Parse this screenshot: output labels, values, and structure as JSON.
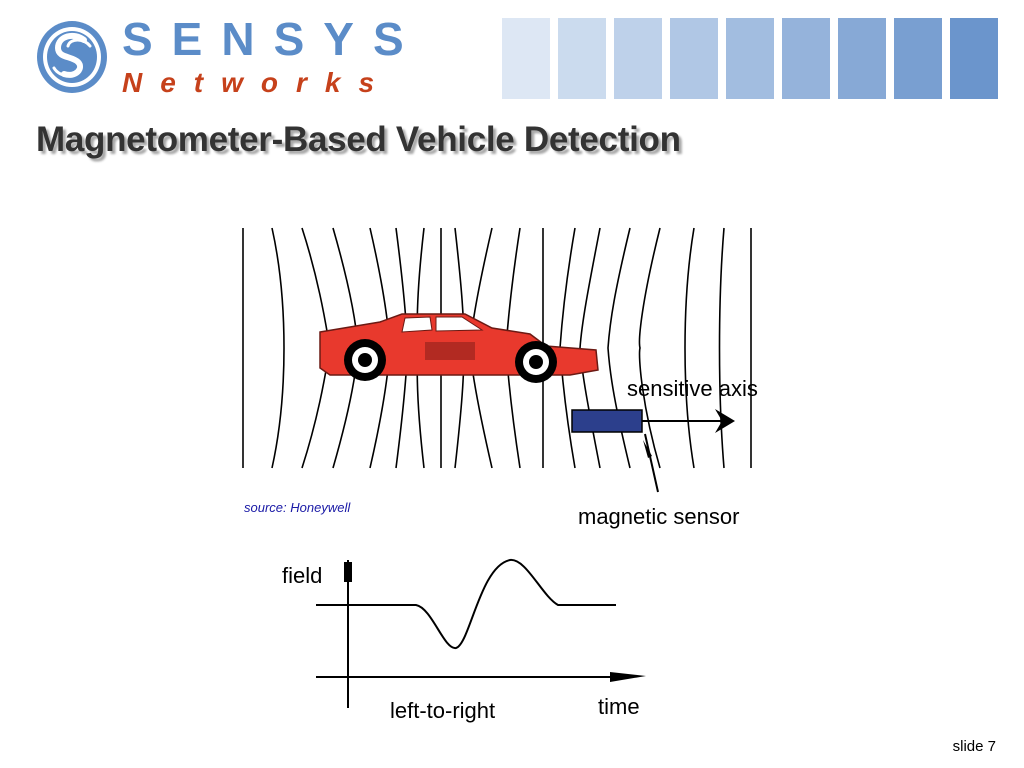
{
  "logo": {
    "word1": "SENSYS",
    "word2": "Networks",
    "primary_color": "#5b8cc8",
    "accent_color": "#c6411b"
  },
  "swatch_colors": [
    "#dde7f4",
    "#cbdbee",
    "#bed1ea",
    "#b0c7e5",
    "#a2bde0",
    "#95b3db",
    "#87a9d6",
    "#799fd1",
    "#6b95cc"
  ],
  "title": "Magnetometer-Based Vehicle Detection",
  "diagram": {
    "sensitive_axis_label": "sensitive axis",
    "sensor_label": "magnetic sensor",
    "source": "source:  Honeywell",
    "car_color": "#e8392d",
    "sensor_color": "#2c3f8c"
  },
  "graph": {
    "y_label": "field",
    "x_label": "time",
    "caption": "left-to-right"
  },
  "footer": {
    "slide_number": "slide 7"
  }
}
